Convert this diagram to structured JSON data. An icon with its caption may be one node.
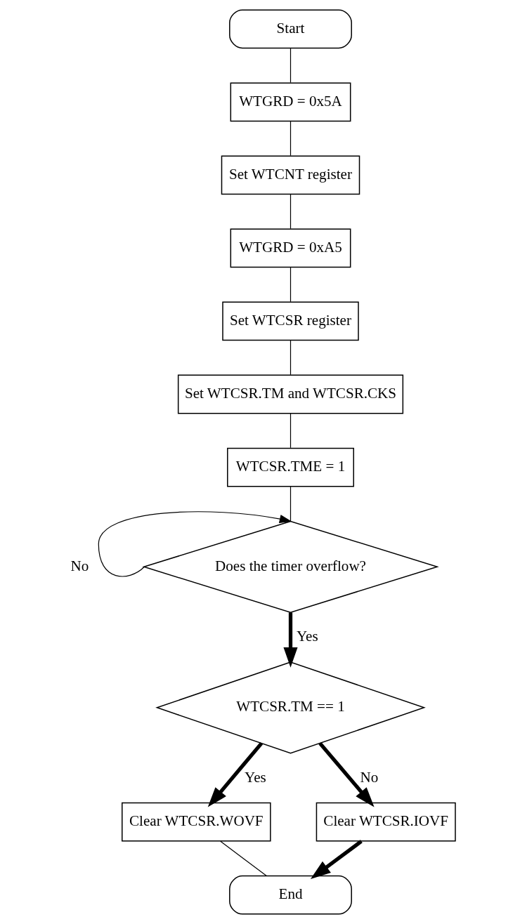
{
  "diagram": {
    "nodes": [
      {
        "text": [
          "Start"
        ]
      },
      {
        "text": [
          "WTGRD = 0x5A"
        ]
      },
      {
        "text": [
          "Set WTCNT register"
        ]
      },
      {
        "text": [
          "WTGRD = 0xA5"
        ]
      },
      {
        "text": [
          "Set WTCSR register"
        ]
      },
      {
        "text": [
          "Set WTCSR.TM and WTCSR.CKS"
        ]
      },
      {
        "text": [
          "WTCSR.TME = 1"
        ]
      },
      {
        "text": [
          "Does the timer overflow?"
        ]
      },
      {
        "text": [
          "WTCSR.TM == 1"
        ]
      },
      {
        "text": [
          "Clear WTCSR.WOVF"
        ]
      },
      {
        "text": [
          "Clear WTCSR.IOVF"
        ]
      },
      {
        "text": [
          "End"
        ]
      }
    ],
    "edges": [
      {
        "from": 0,
        "to": 1,
        "arrow": "none"
      },
      {
        "from": 1,
        "to": 2,
        "arrow": "none"
      },
      {
        "from": 2,
        "to": 3,
        "arrow": "none"
      },
      {
        "from": 3,
        "to": 4,
        "arrow": "none"
      },
      {
        "from": 4,
        "to": 5,
        "arrow": "none"
      },
      {
        "from": 5,
        "to": 6,
        "arrow": "none"
      },
      {
        "from": 6,
        "to": 7,
        "arrow": "none"
      },
      {
        "from": 7,
        "to": 7,
        "arrow": "to",
        "label": "No"
      },
      {
        "from": 7,
        "to": 8,
        "arrow": "to",
        "label": "Yes",
        "style": "thick"
      },
      {
        "from": 8,
        "to": 9,
        "arrow": "to",
        "label": "Yes",
        "style": "thick"
      },
      {
        "from": 8,
        "to": 10,
        "arrow": "to",
        "label": "No",
        "style": "thick"
      },
      {
        "from": 9,
        "to": 11,
        "arrow": "none"
      },
      {
        "from": 10,
        "to": 11,
        "arrow": "to",
        "style": "thick"
      }
    ]
  }
}
